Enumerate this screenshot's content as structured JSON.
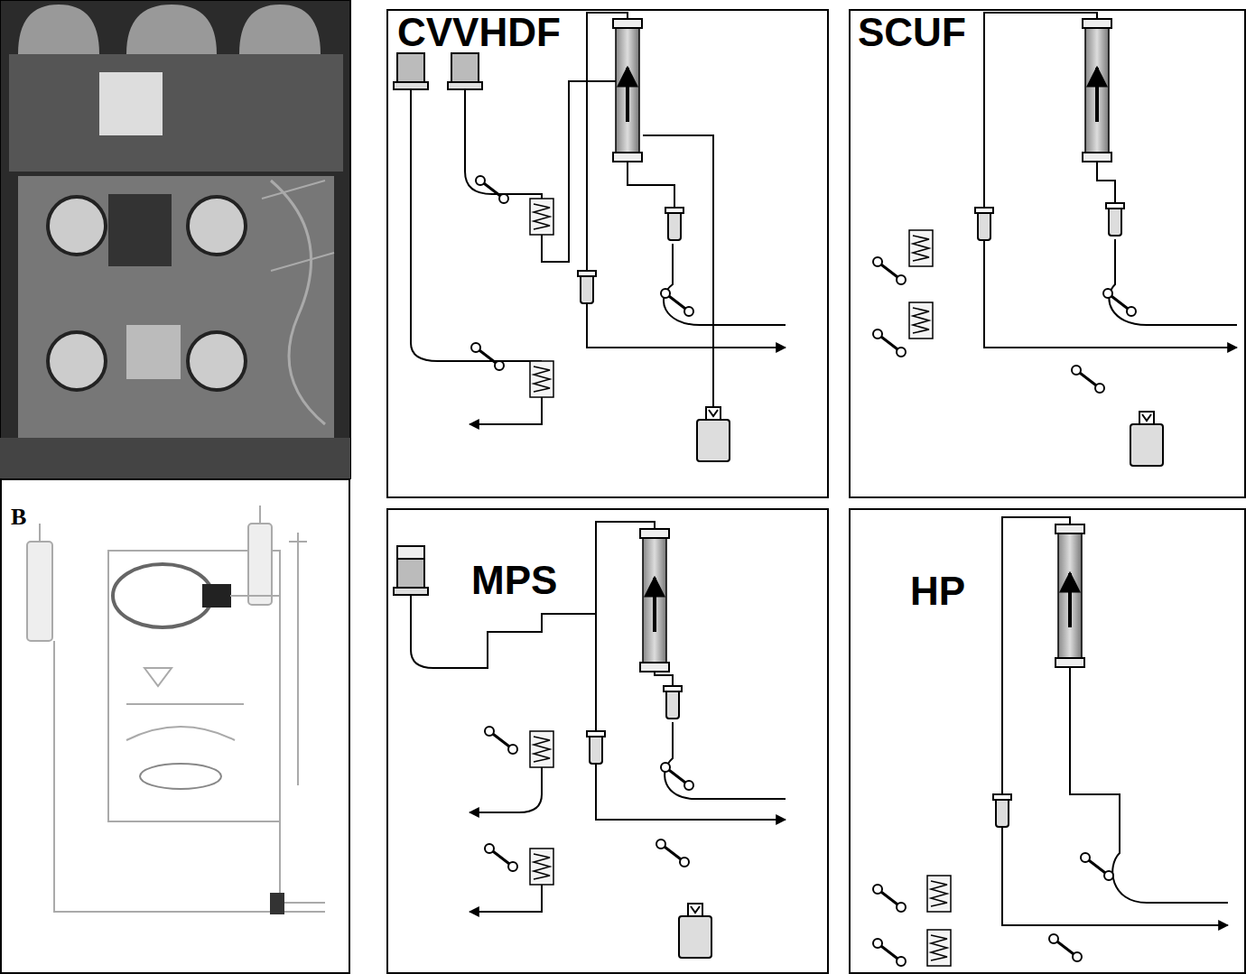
{
  "diagram": {
    "nodes": [
      {
        "text": [
          "CVVHDF"
        ]
      },
      {
        "text": [
          "SCUF"
        ]
      },
      {
        "text": [
          "B"
        ]
      },
      {
        "text": [
          "MPS"
        ]
      },
      {
        "text": [
          "HP"
        ]
      }
    ]
  }
}
